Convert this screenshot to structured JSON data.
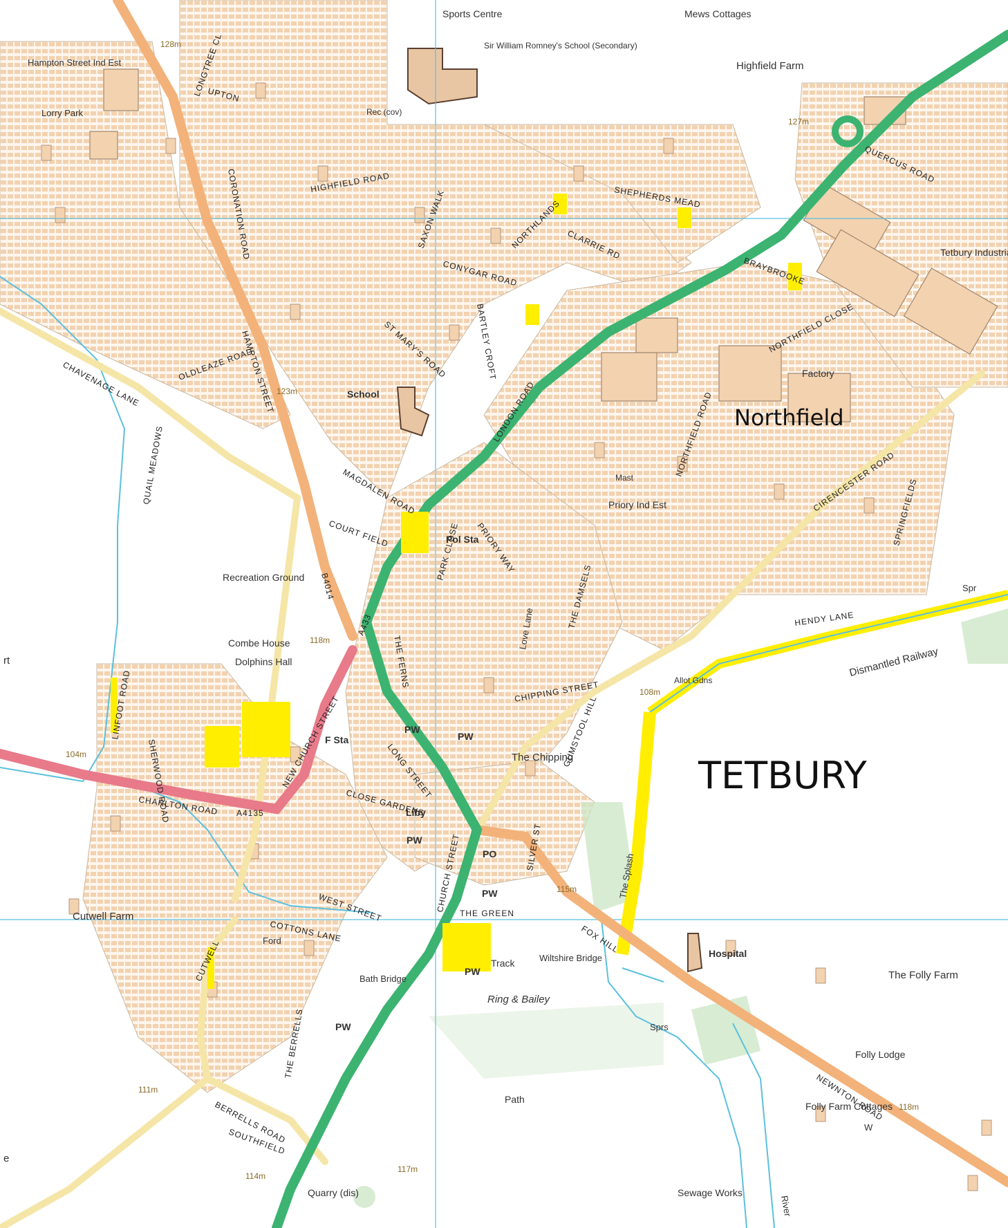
{
  "map": {
    "colors": {
      "background": "#ffffff",
      "a_road": "#3cb371",
      "b_road": "#f2b27a",
      "a4135": "#e87a8a",
      "minor_road": "#f5e6a8",
      "building": "#f3d2b0",
      "highlight": "#ffee00",
      "water": "#5bc0de",
      "grid": "#5bc0de",
      "green": "#cfe8c8"
    },
    "places": {
      "town": "TETBURY",
      "suburb": "Northfield",
      "sports_centre": "Sports Centre",
      "mews": "Mews Cottages",
      "school_name": "Sir William Romney's School (Secondary)",
      "highfield_farm": "Highfield Farm",
      "hampton_est": "Hampton Street Ind Est",
      "lorry_park": "Lorry Park",
      "tetbury_ind": "Tetbury Industrial E",
      "rec_cov": "Rec (cov)",
      "school": "School",
      "factory": "Factory",
      "mast": "Mast",
      "priory": "Priory Ind Est",
      "pol_sta": "Pol Sta",
      "rec_ground": "Recreation Ground",
      "combe": "Combe House",
      "dolphins": "Dolphins Hall",
      "f_sta": "F Sta",
      "pw": "PW",
      "chipping": "The Chipping",
      "liby": "Liby",
      "po": "PO",
      "hospital": "Hospital",
      "folly_farm": "The Folly Farm",
      "folly_lodge": "Folly Lodge",
      "folly_cottages": "Folly Farm Cottages",
      "cutwell_farm": "Cutwell Farm",
      "bath_bridge": "Bath Bridge",
      "wiltshire_bridge": "Wiltshire Bridge",
      "ring_bailey": "Ring & Bailey",
      "track": "Track",
      "path": "Path",
      "quarry": "Quarry (dis)",
      "sewage": "Sewage Works",
      "allot": "Allot Gdns",
      "spr": "Spr",
      "sprs": "Sprs",
      "ford": "Ford",
      "dismantled": "Dismantled Railway",
      "the_splash": "The Splash",
      "love_lane": "Love Lane",
      "w": "W",
      "rt": "rt",
      "river": "River",
      "e_edge": "e"
    },
    "roads": {
      "hampton_street": "HAMPTON STREET",
      "london_road": "LONDON ROAD",
      "long_street": "LONG STREET",
      "church_street": "CHURCH STREET",
      "charlton_road": "CHARLTON ROAD",
      "new_church_street": "NEW CHURCH STREET",
      "a4135": "A4135",
      "a433": "A433",
      "b4014": "B4014",
      "cirencester_road": "CIRENCESTER ROAD",
      "newnton_road": "NEWNTON ROAD",
      "fox_hill": "FOX HILL",
      "chipping_street": "CHIPPING STREET",
      "silver_st": "SILVER ST",
      "the_green": "THE GREEN",
      "west_street": "WEST STREET",
      "cottons_lane": "COTTONS LANE",
      "berrells_road": "BERRELLS ROAD",
      "the_berrells": "THE BERRELLS",
      "cutwell": "CUTWELL",
      "linfoot_road": "LINFOOT ROAD",
      "sherwood_road": "SHERWOOD ROAD",
      "court_field": "COURT FIELD",
      "magdalen_road": "MAGDALEN ROAD",
      "st_marys_road": "ST MARY'S ROAD",
      "priory_way": "PRIORY WAY",
      "park_close": "PARK CLOSE",
      "the_ferns": "THE FERNS",
      "the_damsels": "THE DAMSELS",
      "hendy_lane": "HENDY LANE",
      "northfield_close": "NORTHFIELD CLOSE",
      "northfield_road": "NORTHFIELD ROAD",
      "braybrooke": "BRAYBROOKE",
      "quercus_road": "QUERCUS ROAD",
      "shepherds_mead": "SHEPHERDS MEAD",
      "conygar_road": "CONYGAR ROAD",
      "clarrie_rd": "CLARRIE RD",
      "highfield_road": "HIGHFIELD ROAD",
      "coronation_road": "CORONATION ROAD",
      "oldleaze_road": "OLDLEAZE ROAD",
      "chavenage_lane": "CHAVENAGE LANE",
      "quail_meadows": "QUAIL MEADOWS",
      "gumstool_hill": "GUMSTOOL HILL",
      "close_gardens": "CLOSE GARDENS",
      "springfields": "SPRINGFIELDS",
      "southfield": "SOUTHFIELD",
      "upton": "UPTON",
      "longtree": "LONGTREE CL",
      "rayleigh": "BARTLEY CROFT",
      "saxon": "SAXON WALK",
      "northlands": "NORTHLANDS"
    },
    "heights": {
      "h128": "128m",
      "h127": "127m",
      "h123": "123m",
      "h118": "118m",
      "h108": "108m",
      "h104": "104m",
      "h115": "115m",
      "h111": "111m",
      "h114": "114m",
      "h117": "117m",
      "h118b": "118m"
    }
  }
}
